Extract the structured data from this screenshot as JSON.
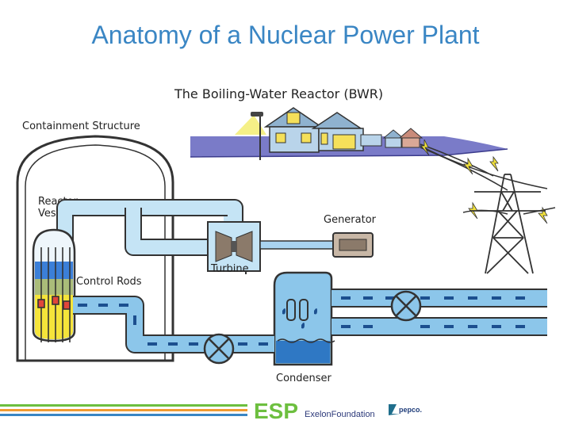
{
  "slide": {
    "title": "Anatomy of a Nuclear Power Plant"
  },
  "diagram": {
    "heading": "The Boiling-Water Reactor (BWR)",
    "labels": {
      "containment": "Containment Structure",
      "reactor_line1": "Reactor",
      "reactor_line2": "Vessel",
      "control_rods": "Control Rods",
      "turbine": "Turbine",
      "generator": "Generator",
      "condenser": "Condenser"
    }
  },
  "footer": {
    "logos": {
      "esp": "ESP",
      "exelon": "ExelonFoundation",
      "pepco": "pepco."
    },
    "colors": {
      "green": "#6dbf3f",
      "orange": "#f29b30",
      "blue": "#3a86c4"
    }
  }
}
